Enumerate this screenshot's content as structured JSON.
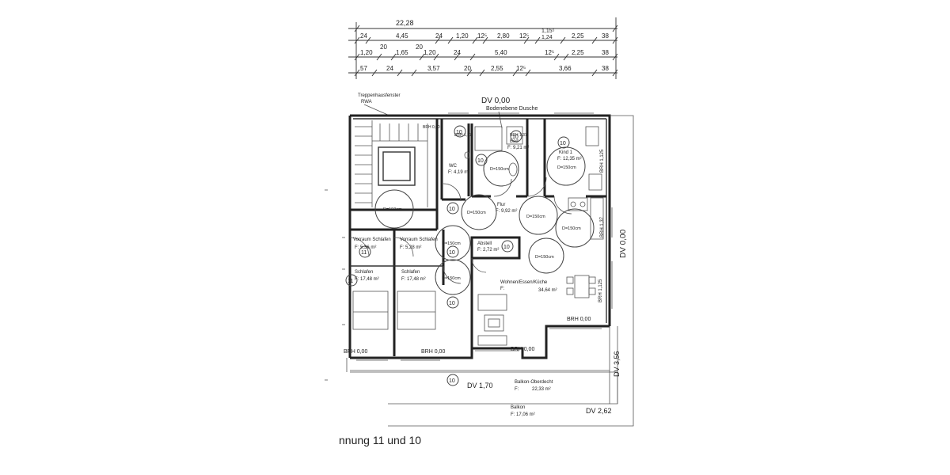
{
  "caption": "nnung 11 und 10",
  "dimensions": {
    "total": "22,28",
    "row1": [
      "24",
      "4,45",
      "24",
      "1,20",
      "12⁵",
      "2,80",
      "12⁵",
      "1,15⁵",
      "1,24",
      "2,25",
      "38"
    ],
    "row2": [
      "1,20",
      "20",
      "1,65",
      "20",
      "1,20",
      "24",
      "5,40",
      "12⁵",
      "2,25",
      "38"
    ],
    "row3": [
      "57",
      "24",
      "3,57",
      "20",
      "2,55",
      "12⁵",
      "3,66",
      "38"
    ]
  },
  "labels": {
    "stair_window": "Treppenhausfenster",
    "rwa": "RWA",
    "dv_top": "DV 0,00",
    "shower": "Bodenebene Dusche",
    "brh_stair": "BRH 0,00",
    "wc_brh": "BRH 1,37",
    "bad_brh": "BRH 1,37",
    "bad": "Bad",
    "bad_area": "F: 9,21 m²",
    "wc": "WC",
    "wc_area": "F: 4,19 m²",
    "kind": "Kind 1",
    "kind_area": "F: 12,35 m²",
    "kind_brh": "BRH 1,125",
    "flur": "Flur",
    "flur_area": "F: 9,92 m²",
    "brh_right": "BRH 1,37",
    "dv_right": "DV 0,00",
    "vorraum1": "Vorraum Schlafen",
    "vorraum1_area": "F: 5,36 m²",
    "vorraum2": "Vorraum Schlafen",
    "vorraum2_area": "F: 5,28 m²",
    "abstell": "Abstell",
    "abstell_area": "F: 2,72 m²",
    "schlafen1": "Schlafen",
    "schlafen1_area": "F: 17,48 m²",
    "schlafen2": "Schlafen",
    "schlafen2_area": "F: 17,48 m²",
    "wohnen": "Wohnen/Essen/Küche",
    "wohnen_f": "F:",
    "wohnen_area": "34,64 m²",
    "brh_wohnen": "BRH 1,125",
    "brh_liv": "BRH 0,00",
    "brh_sofa": "BRH 0,00",
    "brh_s1": "BRH 0,00",
    "brh_s2": "BRH 0,00",
    "dv_356": "DV 3,56",
    "dv_170": "DV 1,70",
    "balkon_ober": "Balkon-Oberdecht",
    "balkon_ober_f": "F:",
    "balkon_ober_area": "22,33 m²",
    "dv_262": "DV 2,62",
    "balkon": "Balkon",
    "balkon_area": "F: 17,06 m²",
    "d150": "D=150cm",
    "room_no_10": "10",
    "room_no_11": "11"
  }
}
